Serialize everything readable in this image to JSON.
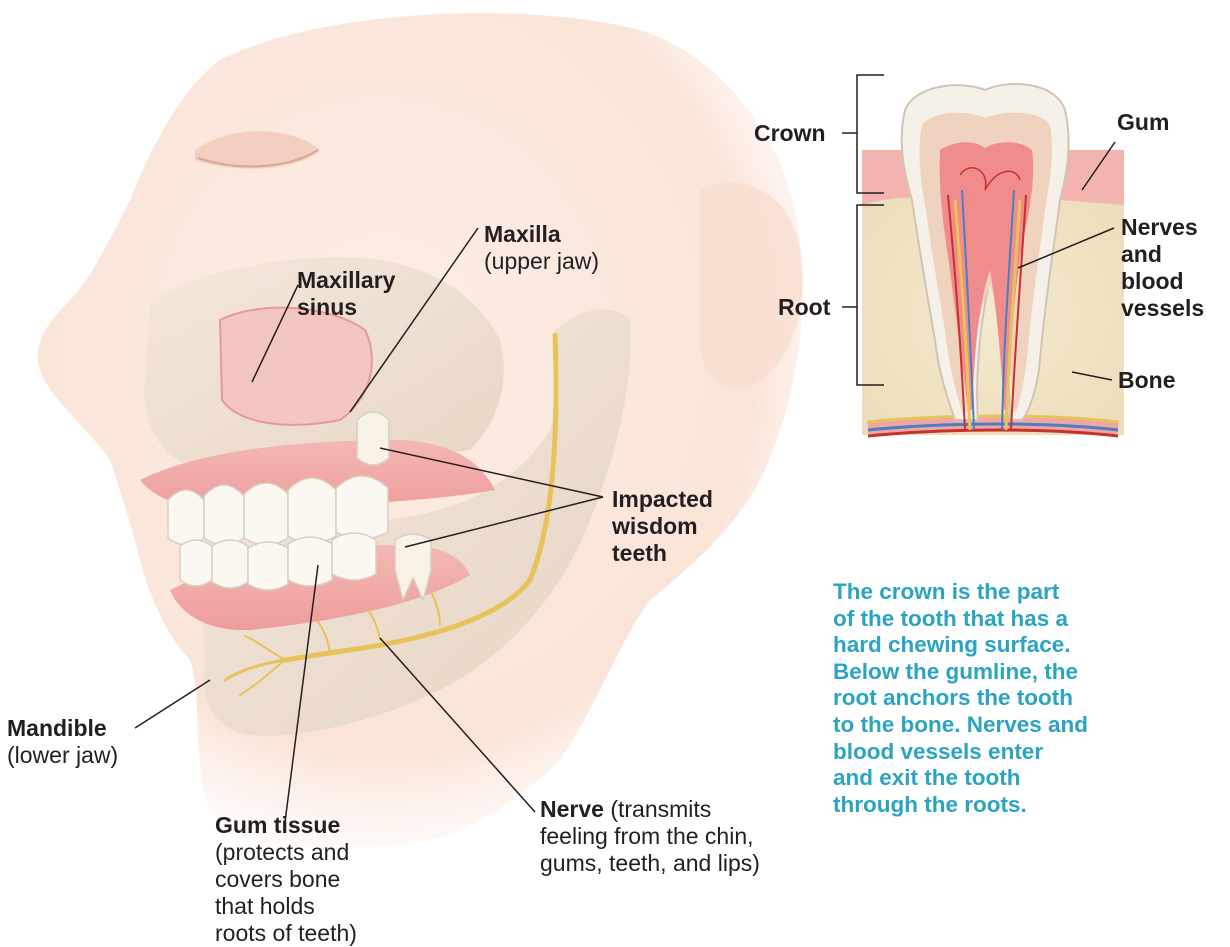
{
  "colors": {
    "skin": "#fbe3d6",
    "bone": "#ecdcc6",
    "gum": "#f2a7a6",
    "tooth": "#fbf8f2",
    "nerve": "#e8c25a",
    "note_text": "#2ba3c2",
    "label_text": "#231f20"
  },
  "labels": {
    "maxillary_sinus": {
      "line1": "Maxillary",
      "line2": "sinus"
    },
    "maxilla": {
      "title": "Maxilla",
      "sub": "(upper jaw)"
    },
    "impacted": {
      "line1": "Impacted",
      "line2": "wisdom",
      "line3": "teeth"
    },
    "mandible": {
      "title": "Mandible",
      "sub": "(lower jaw)"
    },
    "gum_tissue": {
      "title": "Gum tissue",
      "lines": [
        "(protects and",
        "covers bone",
        "that holds",
        "roots of teeth)"
      ]
    },
    "nerve": {
      "title": "Nerve",
      "rest": " (transmits",
      "lines": [
        "feeling from the chin,",
        "gums, teeth, and lips)"
      ]
    },
    "tooth": {
      "crown": "Crown",
      "root": "Root",
      "gum": "Gum",
      "nerves": [
        "Nerves",
        "and",
        "blood",
        "vessels"
      ],
      "bone": "Bone"
    }
  },
  "note": {
    "lines": [
      "The crown is the part",
      "of the tooth that has a",
      "hard chewing surface.",
      "Below the gumline, the",
      "root anchors the tooth",
      "to the bone. Nerves and",
      "blood vessels enter",
      "and exit the tooth",
      "through the roots."
    ]
  }
}
